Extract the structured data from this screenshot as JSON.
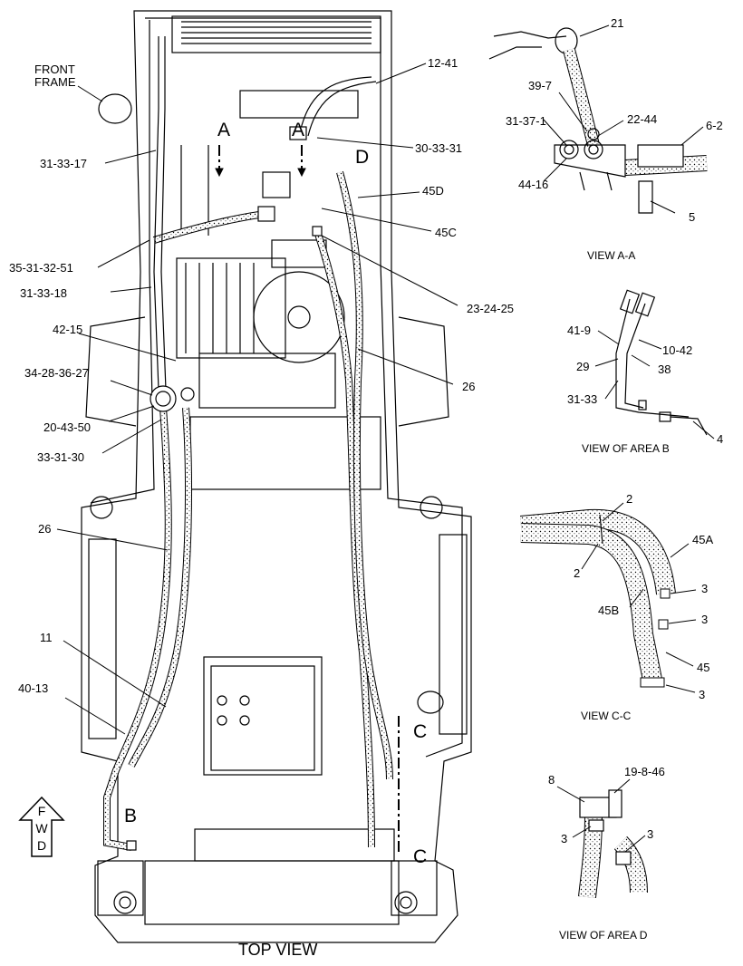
{
  "main_view": {
    "title": "TOP VIEW",
    "front_frame": [
      "FRONT",
      "FRAME"
    ],
    "fwd_letters": [
      "F",
      "W",
      "D"
    ],
    "section_marks": {
      "a_left": "A",
      "a_right": "A",
      "d": "D",
      "b": "B",
      "c_top": "C",
      "c_bottom": "C"
    },
    "callouts": {
      "c12_41": "12-41",
      "c31_33_17": "31-33-17",
      "c30_33_31": "30-33-31",
      "c45d": "45D",
      "c45c": "45C",
      "c35_31_32_51": "35-31-32-51",
      "c31_33_18": "31-33-18",
      "c23_24_25": "23-24-25",
      "c42_15": "42-15",
      "c26_upper": "26",
      "c34_28_36_27": "34-28-36-27",
      "c20_43_50": "20-43-50",
      "c33_31_30": "33-31-30",
      "c26_lower": "26",
      "c11": "11",
      "c40_13": "40-13"
    }
  },
  "view_aa": {
    "caption": "VIEW A-A",
    "callouts": {
      "c21": "21",
      "c39_7": "39-7",
      "c31_37_1": "31-37-1",
      "c22_44": "22-44",
      "c6_2": "6-2",
      "c44_16": "44-16",
      "c5": "5"
    }
  },
  "view_b": {
    "caption": "VIEW OF AREA B",
    "callouts": {
      "c41_9": "41-9",
      "c10_42": "10-42",
      "c29": "29",
      "c38": "38",
      "c31_33": "31-33",
      "c4": "4"
    }
  },
  "view_cc": {
    "caption": "VIEW C-C",
    "callouts": {
      "c2_top": "2",
      "c45a": "45A",
      "c2_left": "2",
      "c3_a": "3",
      "c45b": "45B",
      "c3_b": "3",
      "c45": "45",
      "c3_c": "3"
    }
  },
  "view_d": {
    "caption": "VIEW OF AREA D",
    "callouts": {
      "c8": "8",
      "c19_8_46": "19-8-46",
      "c3_left": "3",
      "c3_right": "3"
    }
  }
}
